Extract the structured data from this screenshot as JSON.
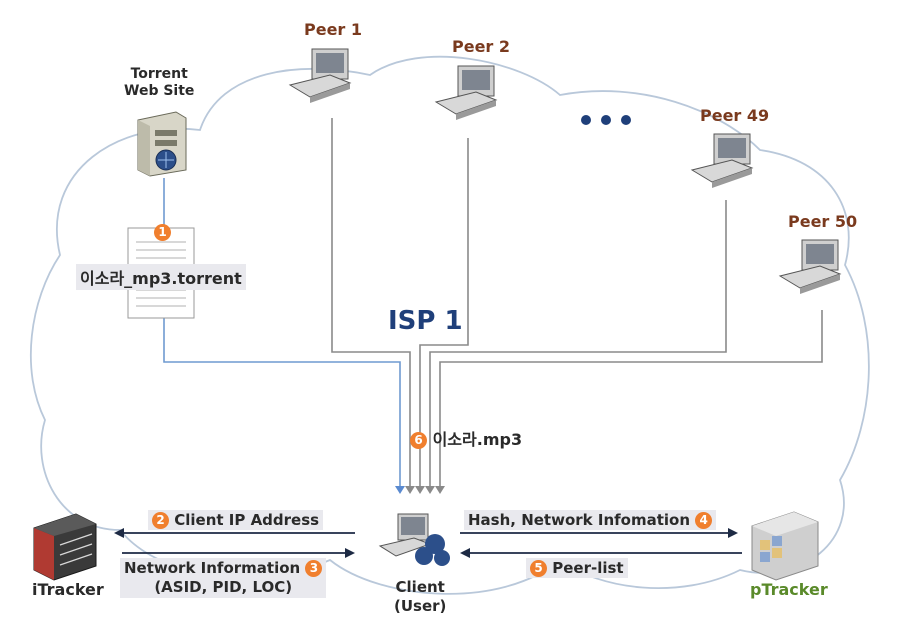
{
  "nodes": {
    "torrent_site": {
      "label_line1": "Torrent",
      "label_line2": "Web Site"
    },
    "peer1": {
      "label": "Peer 1"
    },
    "peer2": {
      "label": "Peer 2"
    },
    "peer49": {
      "label": "Peer 49"
    },
    "peer50": {
      "label": "Peer 50"
    },
    "client": {
      "label_line1": "Client",
      "label_line2": "(User)"
    },
    "itracker": {
      "label": "iTracker"
    },
    "ptracker": {
      "label": "pTracker"
    }
  },
  "cloud_label": "ISP 1",
  "torrent_file": "이소라_mp3.torrent",
  "download_file": "이소라.mp3",
  "steps": {
    "s1": {
      "num": "1"
    },
    "s2": {
      "num": "2",
      "text": "Client IP Address"
    },
    "s3": {
      "num": "3",
      "text_line1": "Network Information",
      "text_line2": "(ASID, PID, LOC)"
    },
    "s4": {
      "num": "4",
      "text": "Hash, Network Infomation"
    },
    "s5": {
      "num": "5",
      "text": "Peer-list"
    },
    "s6": {
      "num": "6"
    }
  },
  "colors": {
    "badge": "#f07f2e",
    "peer_label": "#7a3a1e",
    "ptracker_label": "#5a8a2a",
    "isp_label": "#1f3f7a",
    "flow_line": "#8a8a8a",
    "torrent_line": "#6f9ad0"
  }
}
